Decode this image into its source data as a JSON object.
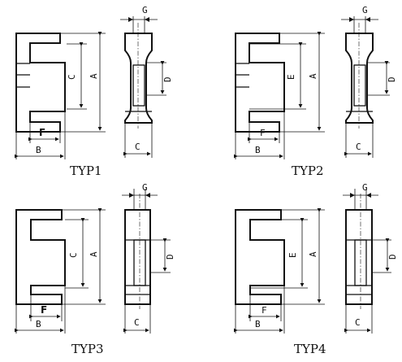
{
  "types": [
    {
      "caption": "TYP1",
      "labels": {
        "inner": "C",
        "outer": "A",
        "f": "F",
        "b": "B",
        "g": "G",
        "d": "D",
        "c": "C"
      }
    },
    {
      "caption": "TYP2",
      "labels": {
        "inner": "E",
        "outer": "A",
        "f": "F",
        "b": "B",
        "g": "G",
        "d": "D",
        "c": "C"
      }
    },
    {
      "caption": "TYP3",
      "labels": {
        "inner": "C",
        "outer": "A",
        "f": "F",
        "b": "B",
        "g": "G",
        "d": "D",
        "c": "C"
      }
    },
    {
      "caption": "TYP4",
      "labels": {
        "inner": "E",
        "outer": "A",
        "f": "F",
        "b": "B",
        "g": "G",
        "d": "D",
        "c": "C"
      }
    }
  ]
}
